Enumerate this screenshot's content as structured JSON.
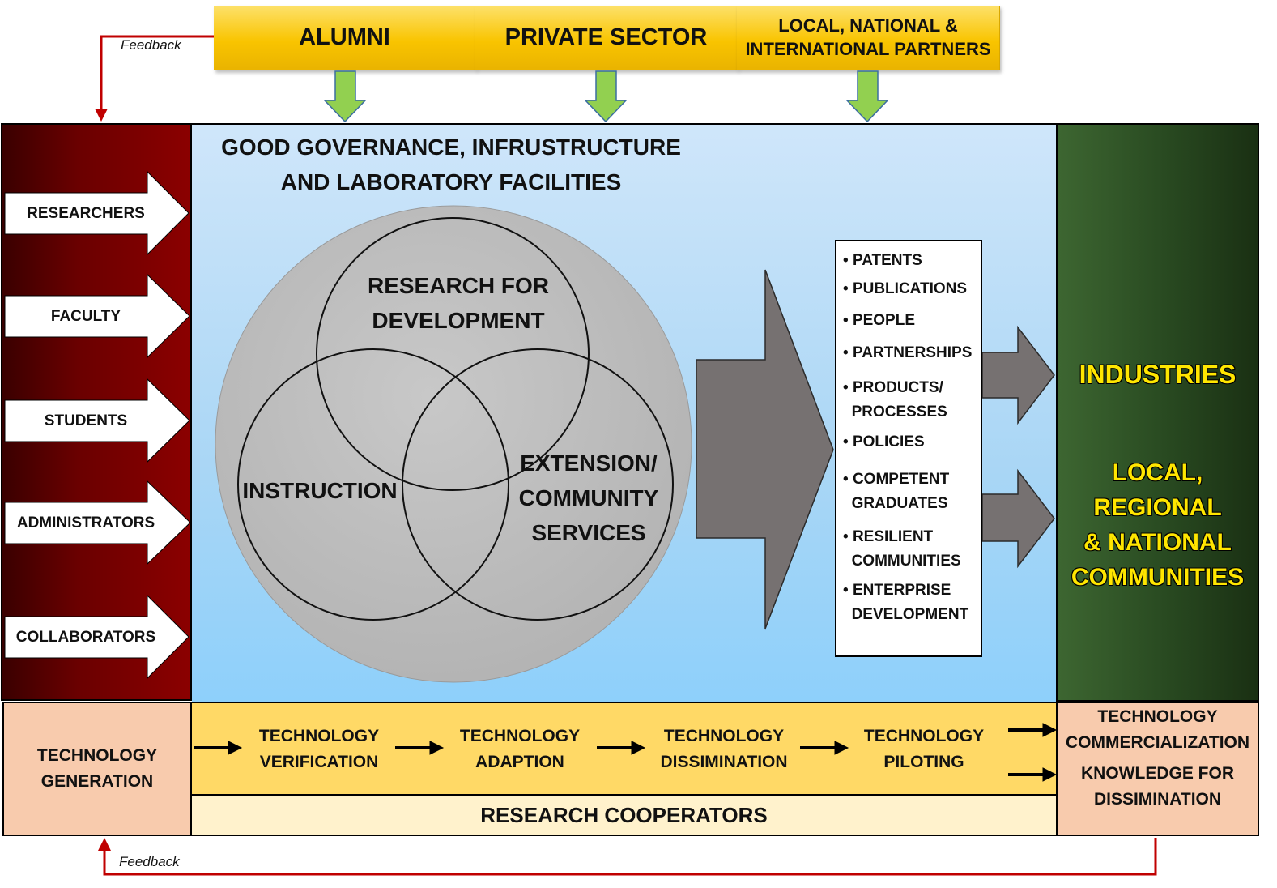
{
  "partners": {
    "alumni": "ALUMNI",
    "private_sector": "PRIVATE SECTOR",
    "partners_line1": "LOCAL, NATIONAL &",
    "partners_line2": "INTERNATIONAL PARTNERS"
  },
  "feedback_label": "Feedback",
  "inputs": [
    "RESEARCHERS",
    "FACULTY",
    "STUDENTS",
    "ADMINISTRATORS",
    "COLLABORATORS"
  ],
  "governance": {
    "line1": "GOOD GOVERNANCE, INFRUSTRUCTURE",
    "line2": "AND LABORATORY FACILITIES"
  },
  "venn": {
    "research_line1": "RESEARCH FOR",
    "research_line2": "DEVELOPMENT",
    "instruction": "INSTRUCTION",
    "extension_line1": "EXTENSION/",
    "extension_line2": "COMMUNITY",
    "extension_line3": "SERVICES"
  },
  "outputs": [
    {
      "l1": "PATENTS",
      "l2": ""
    },
    {
      "l1": "PUBLICATIONS",
      "l2": ""
    },
    {
      "l1": "PEOPLE",
      "l2": ""
    },
    {
      "l1": "PARTNERSHIPS",
      "l2": ""
    },
    {
      "l1": "PRODUCTS/",
      "l2": "PROCESSES"
    },
    {
      "l1": "POLICIES",
      "l2": ""
    },
    {
      "l1": "COMPETENT",
      "l2": "GRADUATES"
    },
    {
      "l1": "RESILIENT",
      "l2": "COMMUNITIES"
    },
    {
      "l1": "ENTERPRISE",
      "l2": "DEVELOPMENT"
    }
  ],
  "beneficiaries": {
    "industries": "INDUSTRIES",
    "comm_line1": "LOCAL,",
    "comm_line2": "REGIONAL",
    "comm_line3": "& NATIONAL",
    "comm_line4": "COMMUNITIES"
  },
  "tech_generation": {
    "l1": "TECHNOLOGY",
    "l2": "GENERATION"
  },
  "tech_steps": [
    {
      "l1": "TECHNOLOGY",
      "l2": "VERIFICATION"
    },
    {
      "l1": "TECHNOLOGY",
      "l2": "ADAPTION"
    },
    {
      "l1": "TECHNOLOGY",
      "l2": "DISSIMINATION"
    },
    {
      "l1": "TECHNOLOGY",
      "l2": "PILOTING"
    }
  ],
  "research_cooperators": "RESEARCH COOPERATORS",
  "tech_commercialization": {
    "l1": "TECHNOLOGY",
    "l2": "COMMERCIALIZATION",
    "l3": "KNOWLEDGE FOR",
    "l4": "DISSIMINATION"
  },
  "colors": {
    "partner_bar": "#f9c400",
    "left_panel": "#8b0000",
    "center_panel": "#a9d6f5",
    "right_panel": "#2a4c22",
    "beneficiary_text": "#ffe600",
    "venn_disc": "#bfbfbf",
    "big_arrow": "#767171",
    "down_arrows": "#92d050",
    "feedback_line": "#c00000",
    "tech_flow": "#ffd966",
    "coop": "#fff2cc",
    "tech_boxes": "#f8cbad"
  }
}
